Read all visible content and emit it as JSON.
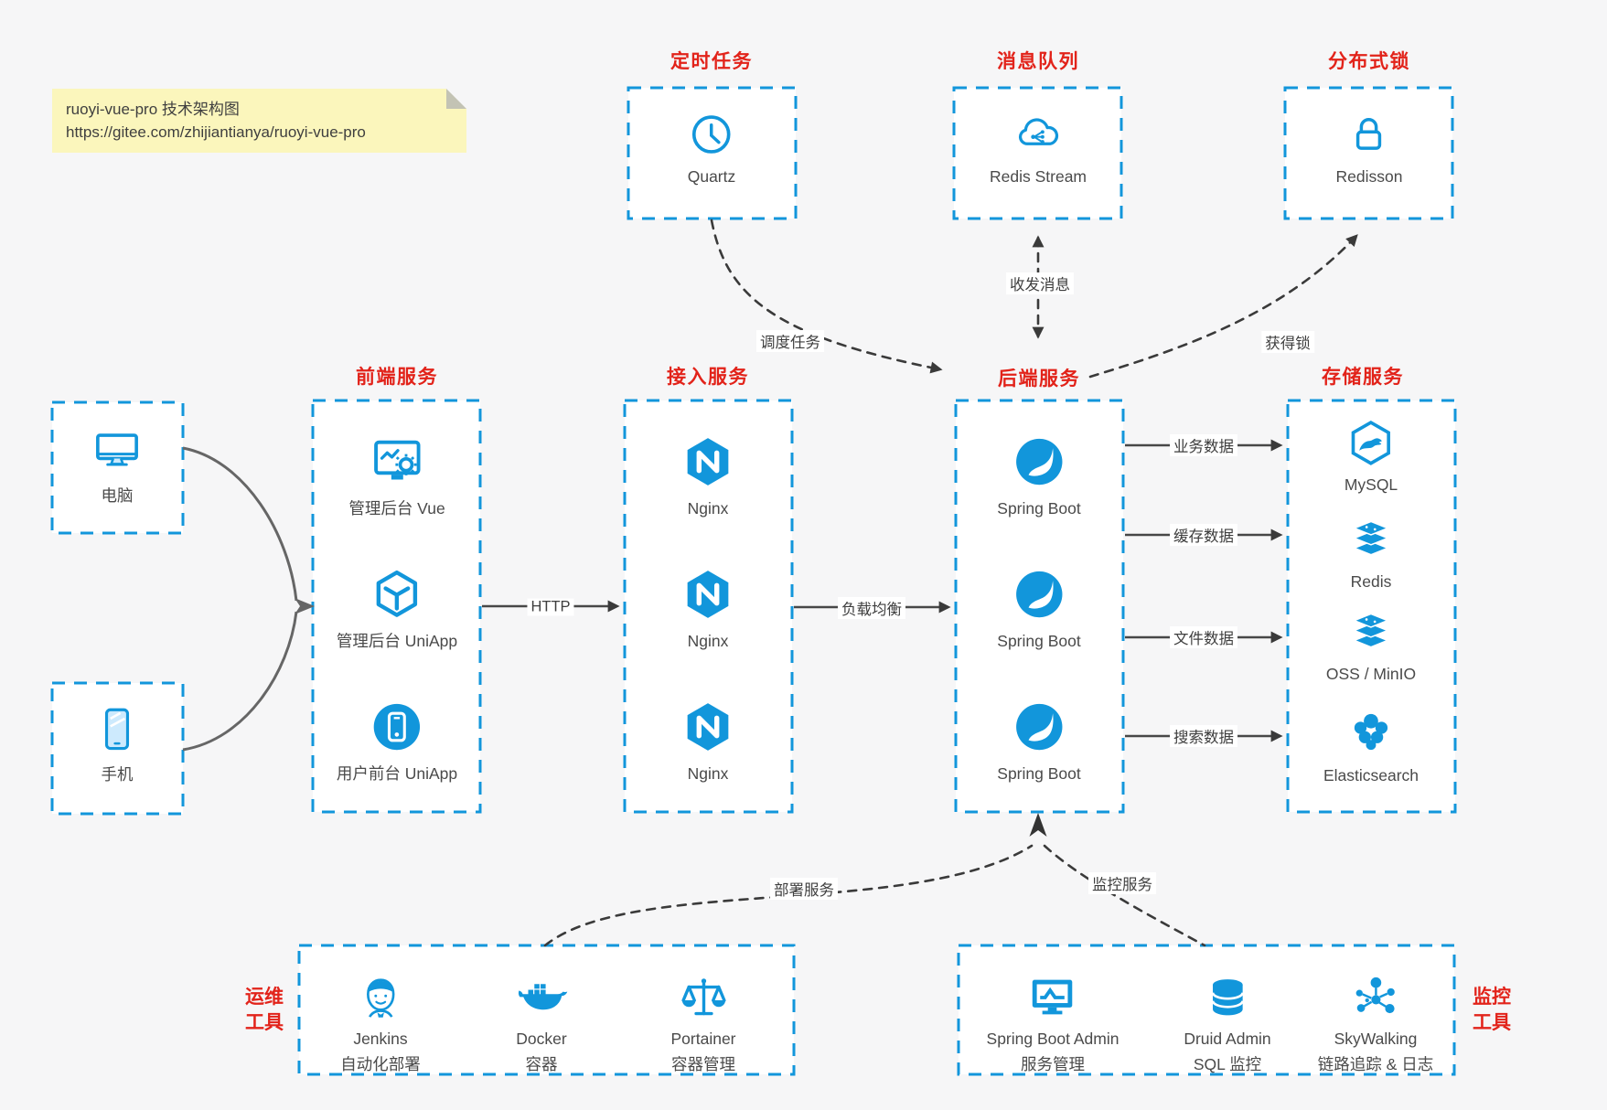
{
  "title_note": {
    "line1": "ruoyi-vue-pro 技术架构图",
    "line2": "https://gitee.com/zhijiantianya/ruoyi-vue-pro"
  },
  "colors": {
    "accent_blue": "#1296db",
    "title_red": "#e2231a",
    "note_bg": "#fbf6bc",
    "arrow_dark": "#3a3a3a"
  },
  "sections": {
    "scheduler": {
      "title": "定时任务",
      "item": "Quartz"
    },
    "mq": {
      "title": "消息队列",
      "item": "Redis Stream"
    },
    "lock": {
      "title": "分布式锁",
      "item": "Redisson"
    },
    "clients": {
      "computer": "电脑",
      "phone": "手机"
    },
    "frontend": {
      "title": "前端服务",
      "items": [
        "管理后台 Vue",
        "管理后台 UniApp",
        "用户前台 UniApp"
      ]
    },
    "gateway": {
      "title": "接入服务",
      "items": [
        "Nginx",
        "Nginx",
        "Nginx"
      ]
    },
    "backend": {
      "title": "后端服务",
      "items": [
        "Spring Boot",
        "Spring Boot",
        "Spring Boot"
      ]
    },
    "storage": {
      "title": "存储服务",
      "items": [
        "MySQL",
        "Redis",
        "OSS / MinIO",
        "Elasticsearch"
      ]
    },
    "ops": {
      "title": [
        "运维",
        "工具"
      ],
      "items": [
        {
          "name": "Jenkins",
          "desc": "自动化部署"
        },
        {
          "name": "Docker",
          "desc": "容器"
        },
        {
          "name": "Portainer",
          "desc": "容器管理"
        }
      ]
    },
    "monitoring": {
      "title": [
        "监控",
        "工具"
      ],
      "items": [
        {
          "name": "Spring Boot Admin",
          "desc": "服务管理"
        },
        {
          "name": "Druid Admin",
          "desc": "SQL 监控"
        },
        {
          "name": "SkyWalking",
          "desc": "链路追踪 & 日志"
        }
      ]
    }
  },
  "edges": {
    "http": "HTTP",
    "load_balance": "负载均衡",
    "schedule_job": "调度任务",
    "send_receive_message": "收发消息",
    "acquire_lock": "获得锁",
    "business_data": "业务数据",
    "cache_data": "缓存数据",
    "file_data": "文件数据",
    "search_data": "搜索数据",
    "deploy_service": "部署服务",
    "monitor_service": "监控服务"
  }
}
